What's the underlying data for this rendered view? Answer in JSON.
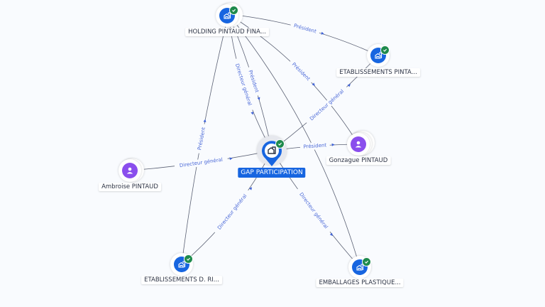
{
  "colors": {
    "company": "#1765e0",
    "person": "#8a4eed",
    "verified": "#1e8a4c",
    "edge": "#5b6174",
    "edge_label": "#4c6ad8",
    "background": "#f9fbfe"
  },
  "nodes": [
    {
      "id": "gap",
      "type": "company",
      "focus": true,
      "verified": true,
      "label": "GAP PARTICIPATION",
      "icon": "building-icon"
    },
    {
      "id": "holding",
      "type": "company",
      "focus": false,
      "verified": true,
      "label": "HOLDING PINTAUD FINA...",
      "icon": "building-icon"
    },
    {
      "id": "etab_pinta",
      "type": "company",
      "focus": false,
      "verified": true,
      "label": "ETABLISSEMENTS PINTA...",
      "icon": "building-icon"
    },
    {
      "id": "gonzague",
      "type": "person",
      "focus": false,
      "verified": false,
      "label": "Gonzague PINTAUD",
      "icon": "person-icon"
    },
    {
      "id": "ambroise",
      "type": "person",
      "focus": false,
      "verified": false,
      "label": "Ambroise PINTAUD",
      "icon": "person-icon"
    },
    {
      "id": "etab_d_ri",
      "type": "company",
      "focus": false,
      "verified": true,
      "label": "ETABLISSEMENTS D. RI...",
      "icon": "building-icon"
    },
    {
      "id": "emballages",
      "type": "company",
      "focus": false,
      "verified": true,
      "label": "EMBALLAGES PLASTIQUE...",
      "icon": "building-icon"
    }
  ],
  "edges": [
    {
      "from": "holding",
      "to": "etab_pinta",
      "label": "Président"
    },
    {
      "from": "holding",
      "to": "gap",
      "label": "Directeur général"
    },
    {
      "from": "holding",
      "to": "gonzague",
      "label": "Président"
    },
    {
      "from": "holding",
      "to": "gap",
      "label": "Président"
    },
    {
      "from": "holding",
      "to": "etab_d_ri",
      "label": "Président"
    },
    {
      "from": "holding",
      "to": "emballages",
      "label": ""
    },
    {
      "from": "gap",
      "to": "etab_pinta",
      "label": "Directeur général"
    },
    {
      "from": "gonzague",
      "to": "gap",
      "label": "Président"
    },
    {
      "from": "ambroise",
      "to": "gap",
      "label": "Directeur général"
    },
    {
      "from": "gap",
      "to": "etab_d_ri",
      "label": "Directeur général"
    },
    {
      "from": "gap",
      "to": "emballages",
      "label": "Directeur général"
    }
  ]
}
